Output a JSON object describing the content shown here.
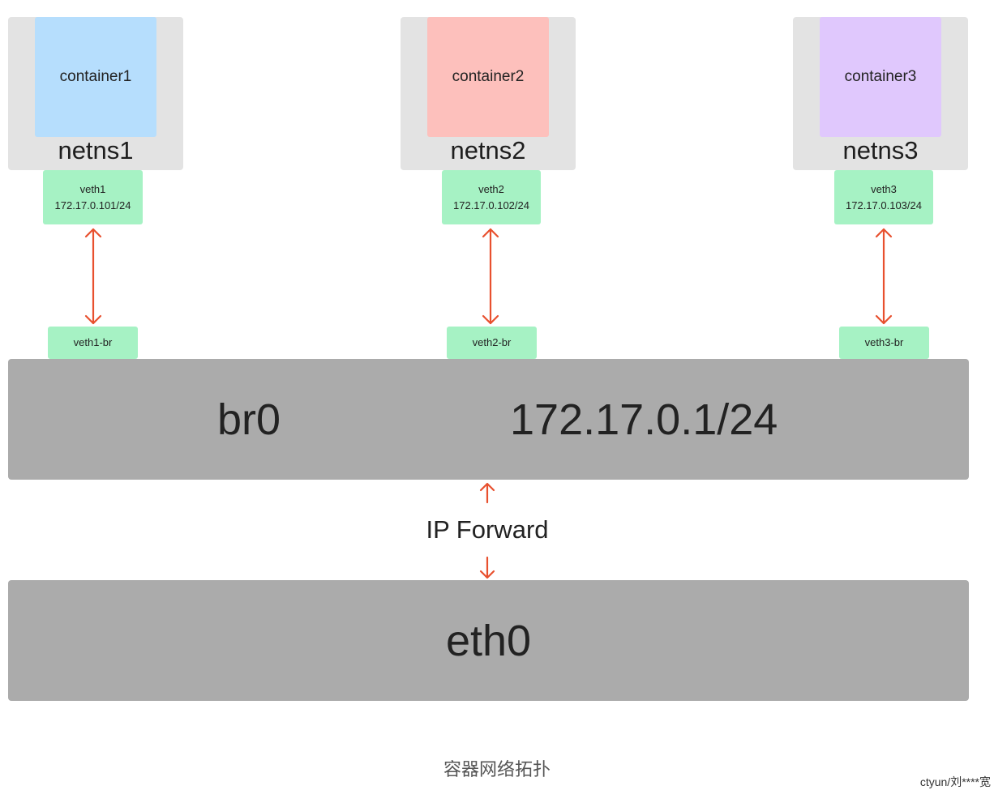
{
  "namespaces": [
    {
      "ns_label": "netns1",
      "container_label": "container1",
      "container_color": "#b6defd",
      "veth_name": "veth1",
      "veth_ip": "172.17.0.101/24",
      "bridge_port": "veth1-br"
    },
    {
      "ns_label": "netns2",
      "container_label": "container2",
      "container_color": "#fdc0bc",
      "veth_name": "veth2",
      "veth_ip": "172.17.0.102/24",
      "bridge_port": "veth2-br"
    },
    {
      "ns_label": "netns3",
      "container_label": "container3",
      "container_color": "#e0c8fd",
      "veth_name": "veth3",
      "veth_ip": "172.17.0.103/24",
      "bridge_port": "veth3-br"
    }
  ],
  "bridge": {
    "name": "br0",
    "ip": "172.17.0.1/24"
  },
  "forward_label": "IP Forward",
  "host_interface": "eth0",
  "caption": "容器网络拓扑",
  "watermark": "ctyun/刘****宽",
  "colors": {
    "arrow": "#e8502e",
    "veth": "#a6f2c4",
    "bar": "#ababab",
    "netns_bg": "#e3e3e3"
  }
}
